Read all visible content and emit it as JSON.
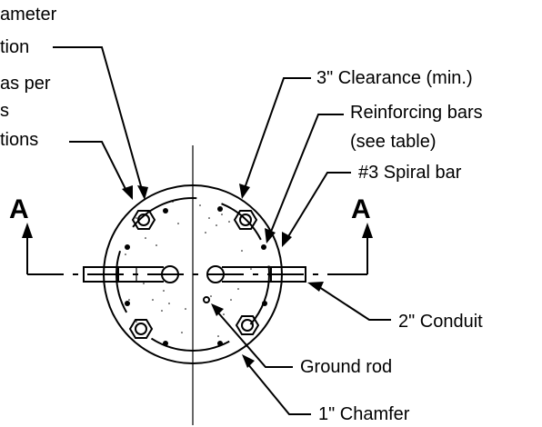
{
  "labels": {
    "diameter_line1": "ameter",
    "diameter_line2": "tion",
    "asper_line1": "as per",
    "asper_line2": "s",
    "asper_line3": "tions",
    "clearance": "3\" Clearance (min.)",
    "reinforcing_line1": "Reinforcing bars",
    "reinforcing_line2": "(see table)",
    "spiral": "#3 Spiral bar",
    "conduit": "2\" Conduit",
    "ground_rod": "Ground rod",
    "chamfer": "1\" Chamfer"
  },
  "section": {
    "left_mark": "A",
    "right_mark": "A"
  }
}
